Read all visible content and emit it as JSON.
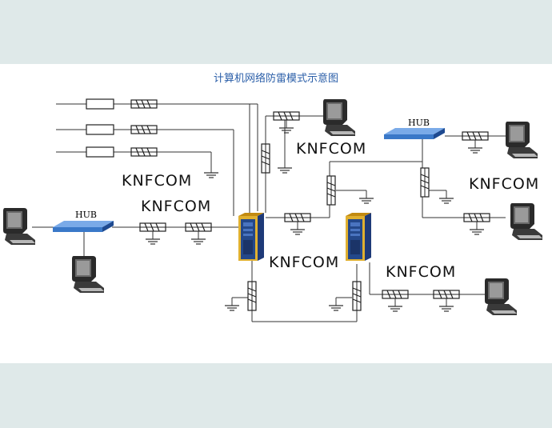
{
  "diagram": {
    "title": "计算机网络防雷模式示意图",
    "hub_label": "HUB",
    "brand_label": "KNFCOM"
  },
  "colors": {
    "background": "#dfe9e9",
    "panel": "#ffffff",
    "title": "#2a5ea8",
    "line": "#333333",
    "hub": "#3a78c8",
    "server": "#1e3a78",
    "server_accent": "#d9a020"
  }
}
